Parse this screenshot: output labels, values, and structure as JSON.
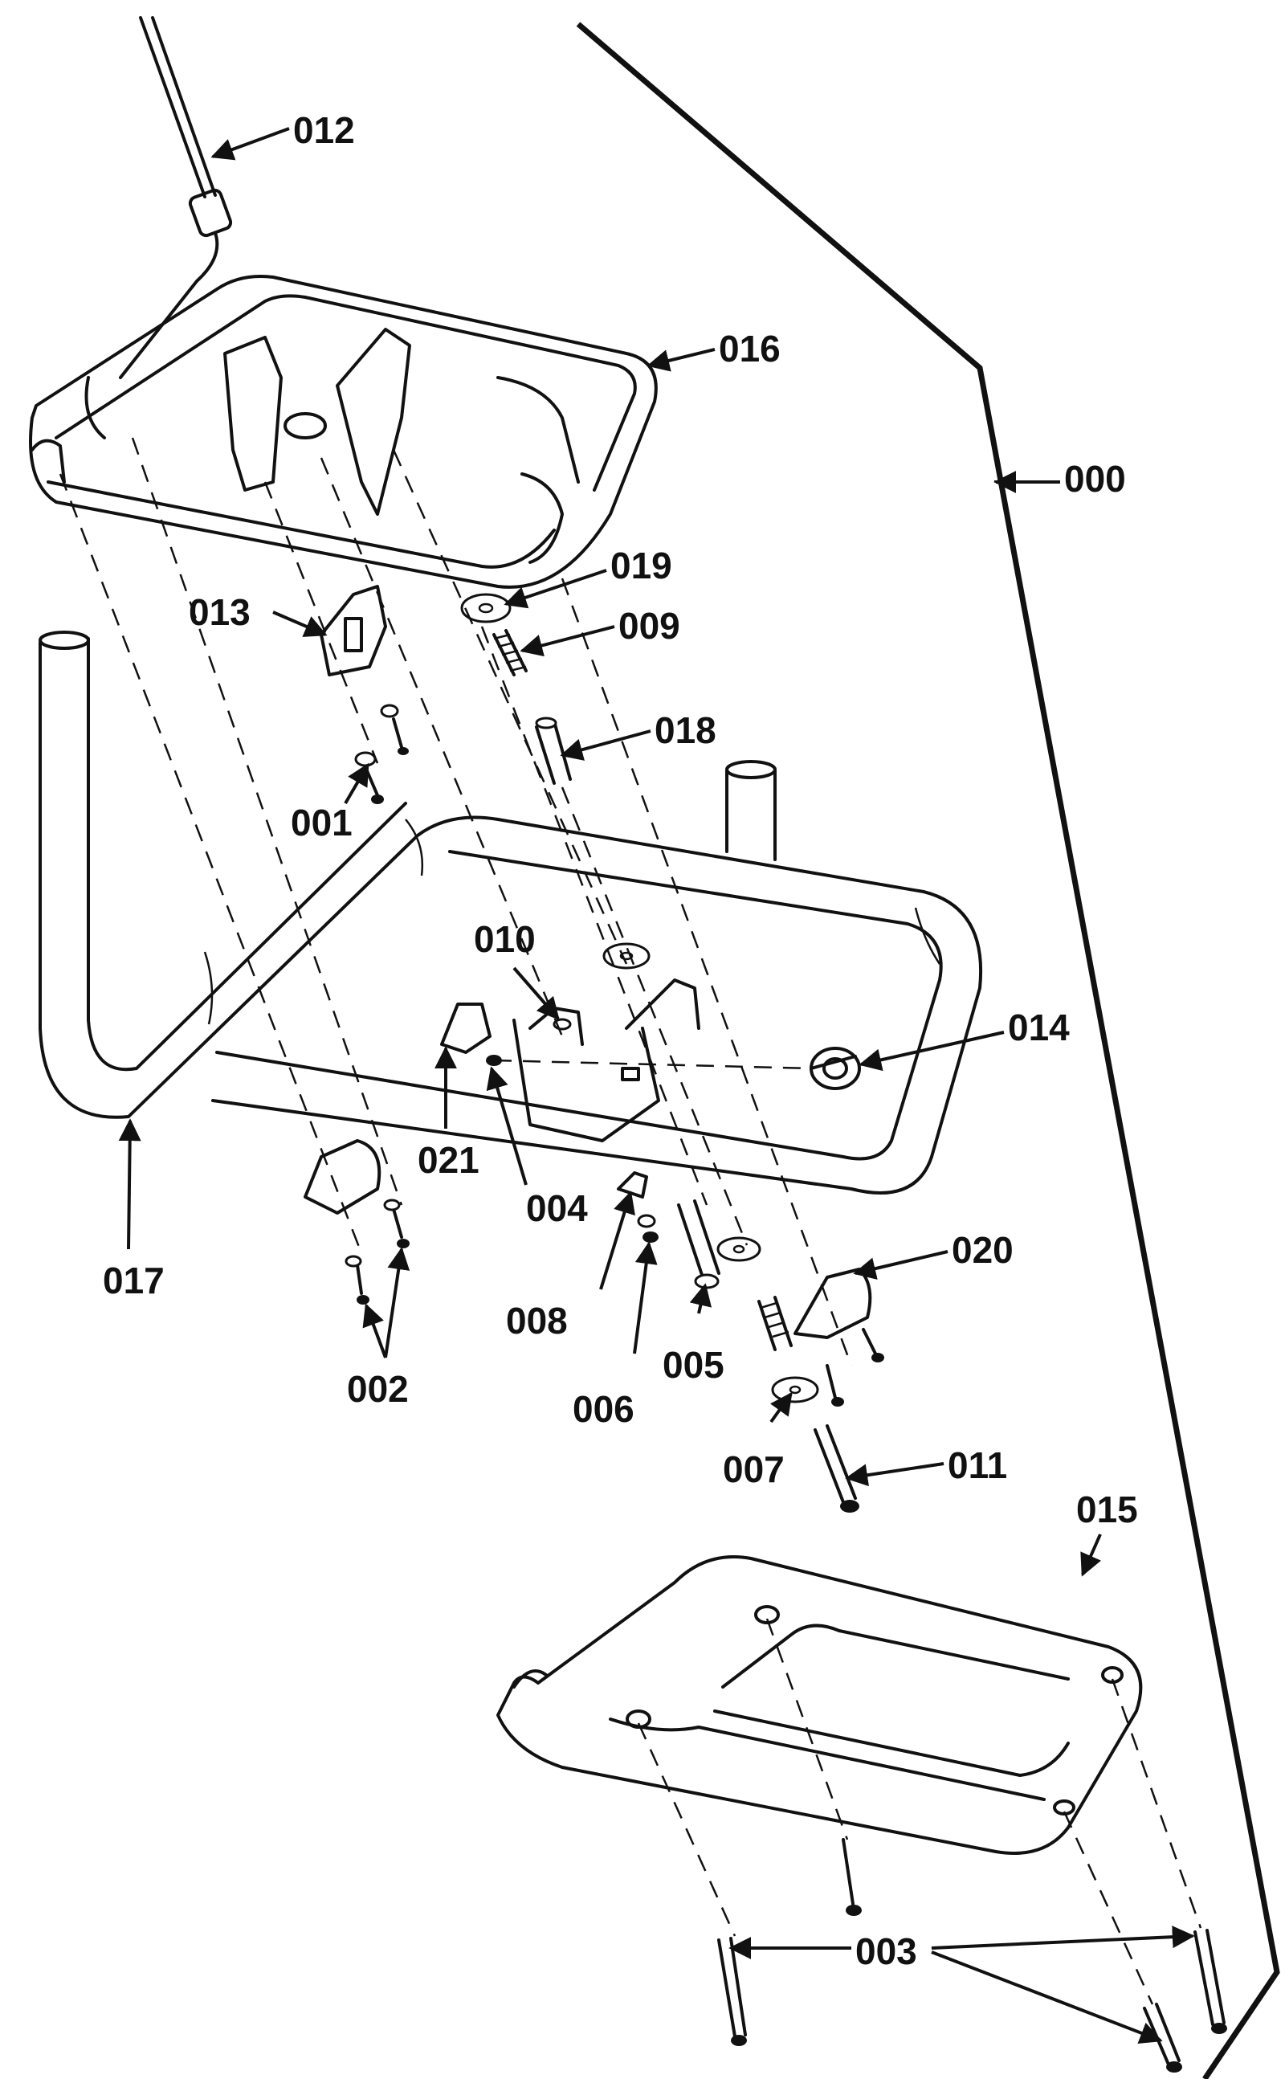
{
  "labels": {
    "p000": "000",
    "p001": "001",
    "p002": "002",
    "p003": "003",
    "p004": "004",
    "p005": "005",
    "p006": "006",
    "p007": "007",
    "p008": "008",
    "p009": "009",
    "p010": "010",
    "p011": "011",
    "p012": "012",
    "p013": "013",
    "p014": "014",
    "p015": "015",
    "p016": "016",
    "p017": "017",
    "p018": "018",
    "p019": "019",
    "p020": "020",
    "p021": "021"
  },
  "colors": {
    "ink": "#111111",
    "paper": "#ffffff"
  }
}
